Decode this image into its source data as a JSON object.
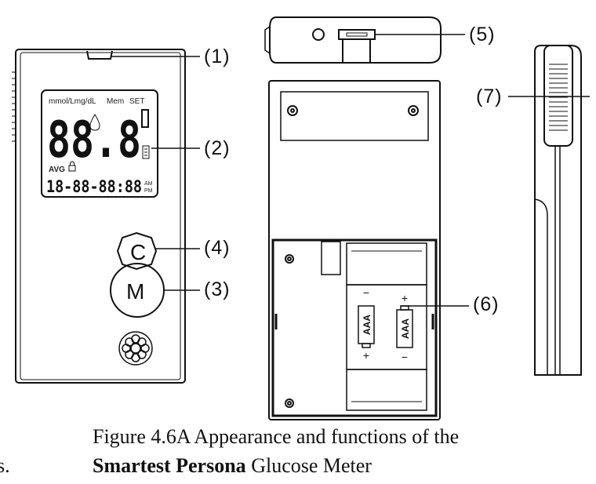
{
  "callouts": {
    "c1": "(1)",
    "c2": "(2)",
    "c3": "(3)",
    "c4": "(4)",
    "c5": "(5)",
    "c6": "(6)",
    "c7": "(7)"
  },
  "lcd": {
    "units": "mmol/Lmg/dL",
    "mem": "Mem",
    "set": "SET",
    "digits": "88.8",
    "avg": "AVG",
    "datetime": "18-88-88:88",
    "am": "AM",
    "pm": "PM"
  },
  "buttons": {
    "c_label": "C",
    "m_label": "M"
  },
  "battery": {
    "label_left": "AAA",
    "label_right": "AAA",
    "plus": "+",
    "minus": "−"
  },
  "caption": {
    "line1": "Figure 4.6A Appearance and functions of the",
    "line2_bold": "Smartest Persona",
    "line2_rest": " Glucose Meter"
  },
  "cut_text": "s."
}
